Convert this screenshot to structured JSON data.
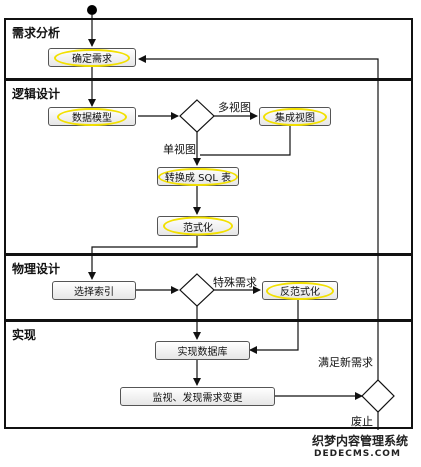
{
  "lanes": {
    "requirements": "需求分析",
    "logical": "逻辑设计",
    "physical": "物理设计",
    "implementation": "实现"
  },
  "nodes": {
    "confirm_requirements": "确定需求",
    "data_model": "数据模型",
    "integrate_views": "集成视图",
    "convert_sql": "转换成 SQL 表",
    "normalize": "范式化",
    "select_index": "选择索引",
    "denormalize": "反范式化",
    "implement_db": "实现数据库",
    "monitor": "监视、发现需求变更"
  },
  "edge_labels": {
    "multi_view": "多视图",
    "single_view": "单视图",
    "special_needs": "特殊需求",
    "new_needs": "满足新需求",
    "discard": "废止"
  },
  "watermark": {
    "line1": "织梦内容管理系统",
    "line2": "DEDECMS.COM"
  },
  "colors": {
    "highlight": "#f2e000",
    "lane_border": "#111111",
    "node_fill": "#eeeeee"
  }
}
